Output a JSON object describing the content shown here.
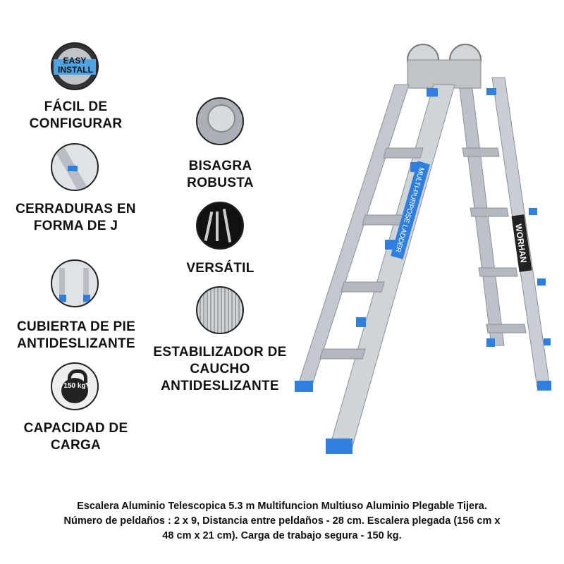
{
  "badge": {
    "text": "EASY INSTALL",
    "colors": {
      "blue": "#4fa3e0",
      "rim": "#222222"
    }
  },
  "features": {
    "easy_setup": "FÁCIL DE CONFIGURAR",
    "j_locks": "CERRADURAS EN FORMA DE J",
    "foot_cover": "CUBIERTA DE PIE ANTIDESLIZANTE",
    "capacity": "CAPACIDAD DE CARGA",
    "capacity_icon_text": "150 kg",
    "hinge": "BISAGRA ROBUSTA",
    "versatile": "VERSÁTIL",
    "stabilizer": "ESTABILIZADOR DE CAUCHO ANTIDESLIZANTE"
  },
  "ladder": {
    "label_front": "MULTI-PURPOSE LADDER",
    "brand": "WORHAN",
    "colors": {
      "aluminum": "#c9ced4",
      "accent": "#2f7fe0"
    }
  },
  "caption": {
    "line1": "Escalera Aluminio Telescopica 5.3 m Multifuncion Multiuso Aluminio Plegable Tijera.",
    "line2": "Número de peldaños : 2 x 9, Distancia entre peldaños - 28 cm. Escalera plegada (156 cm x",
    "line3": "48 cm x 21 cm). Carga de trabajo segura - 150 kg."
  }
}
